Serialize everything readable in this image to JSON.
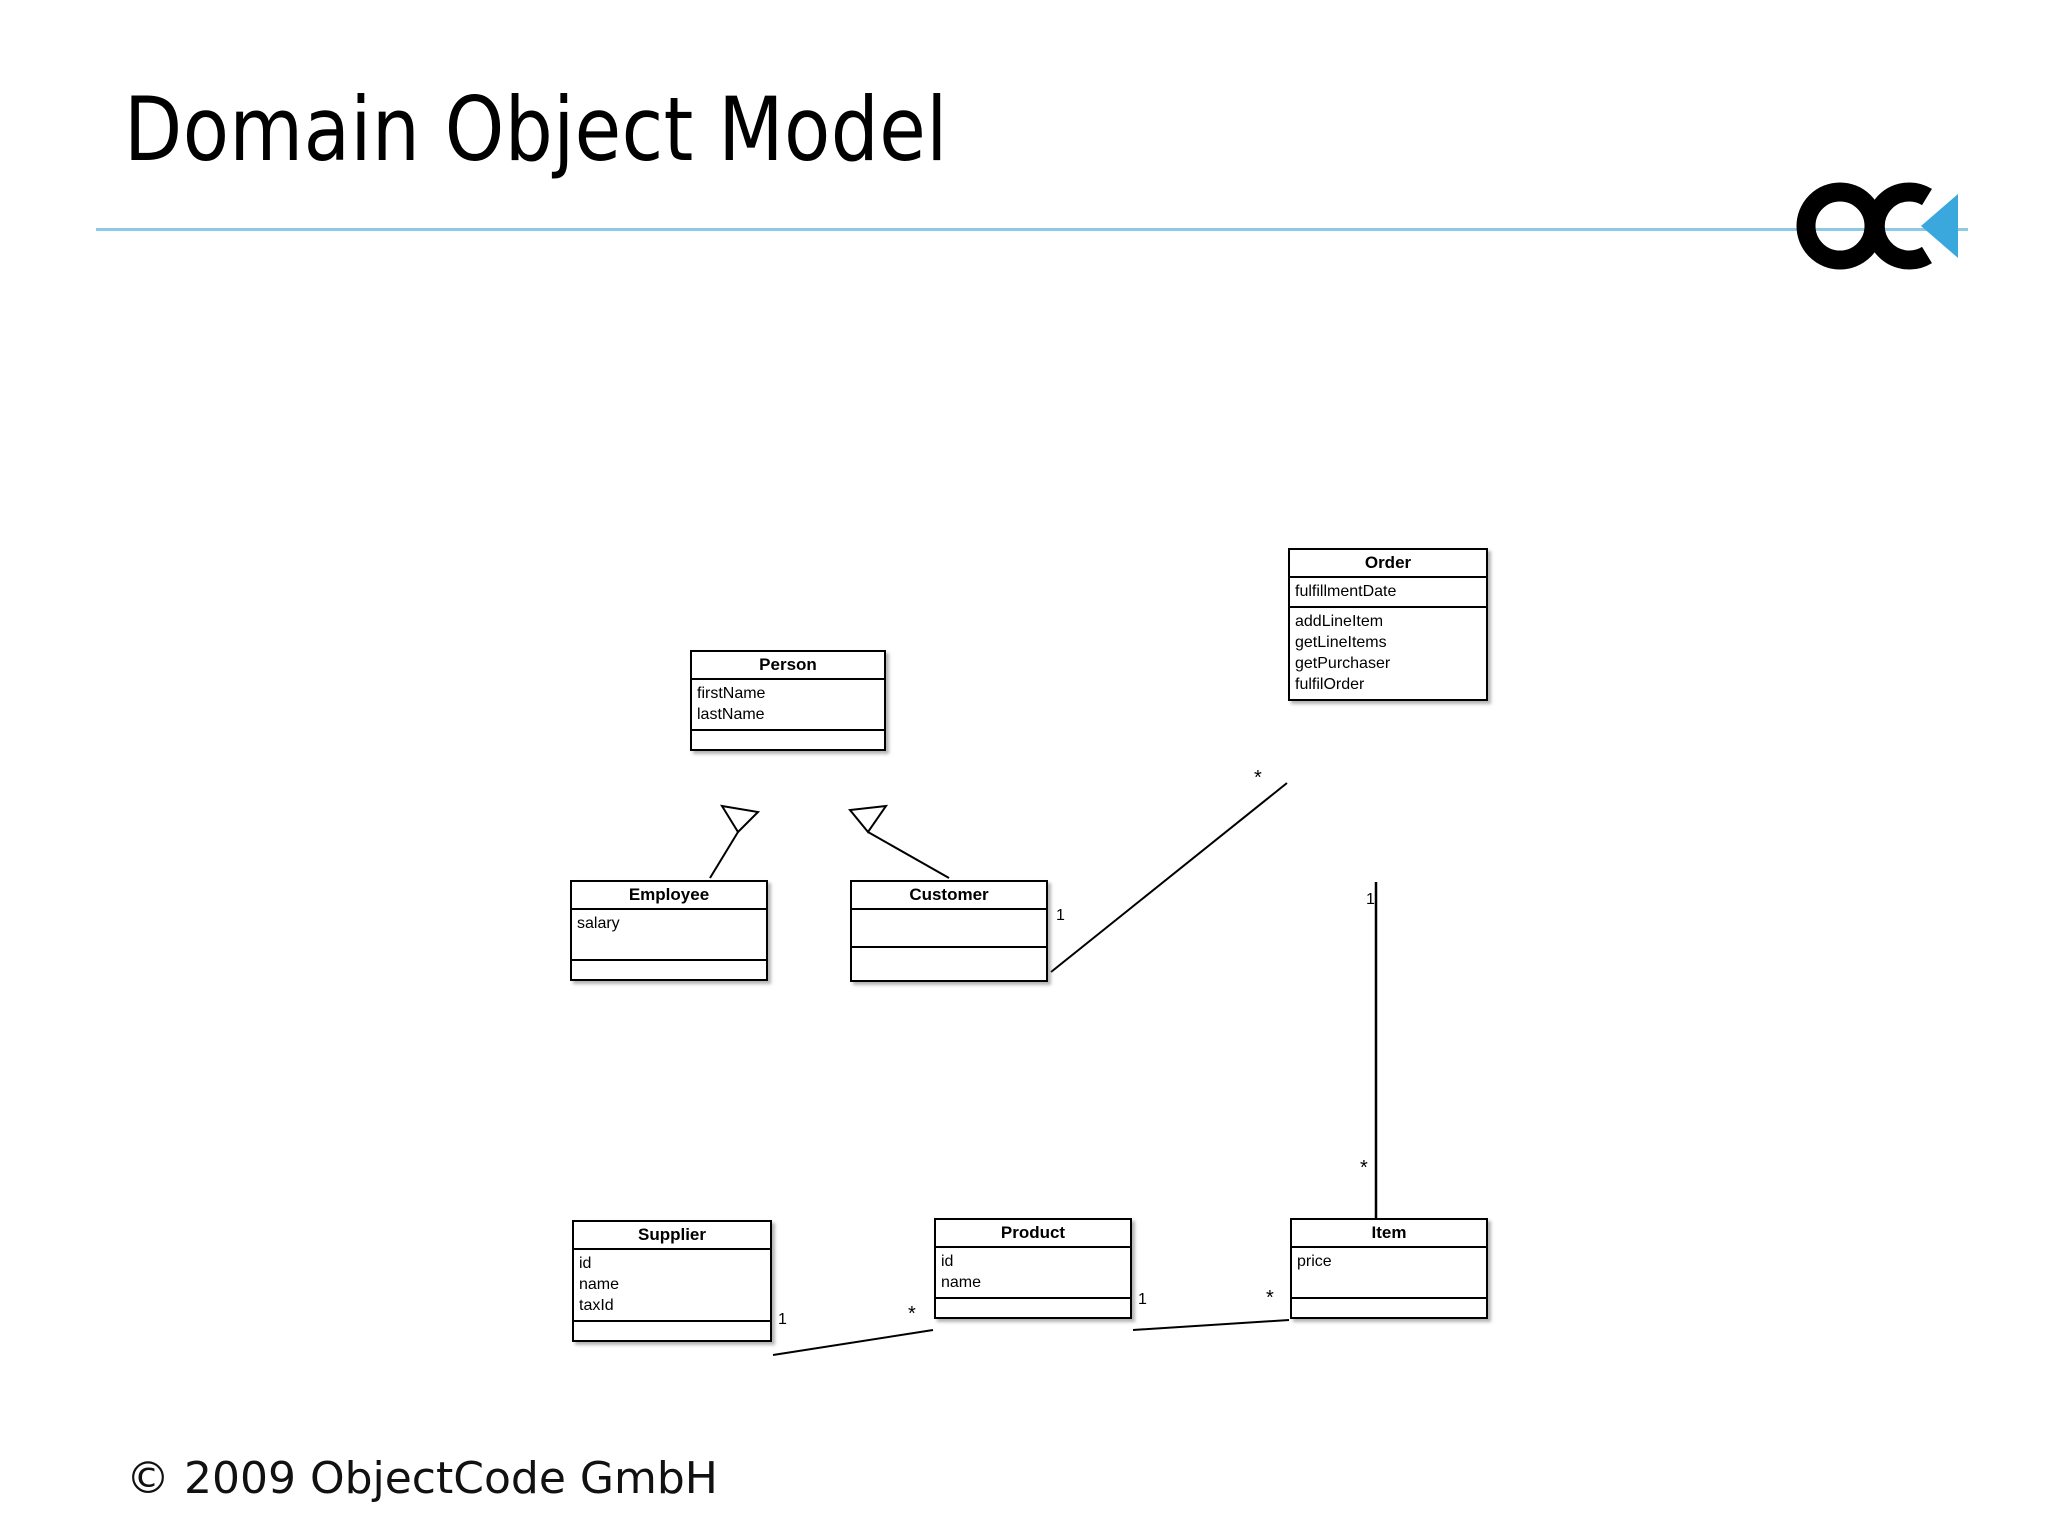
{
  "slide": {
    "title": "Domain Object Model",
    "rule_color": "#8ecae8",
    "footer": "© 2009 ObjectCode GmbH",
    "logo_name": "objectcode-logo",
    "logo_mark_color": "#000000",
    "logo_accent_color": "#3aa7dd"
  },
  "diagram": {
    "type": "uml-class-diagram",
    "classes": [
      {
        "id": "person",
        "name": "Person",
        "attributes": [
          "firstName",
          "lastName"
        ],
        "operations": []
      },
      {
        "id": "employee",
        "name": "Employee",
        "attributes": [
          "salary"
        ],
        "operations": []
      },
      {
        "id": "customer",
        "name": "Customer",
        "attributes": [],
        "operations": []
      },
      {
        "id": "order",
        "name": "Order",
        "attributes": [
          "fulfillmentDate"
        ],
        "operations": [
          "addLineItem",
          "getLineItems",
          "getPurchaser",
          "fulfilOrder"
        ]
      },
      {
        "id": "supplier",
        "name": "Supplier",
        "attributes": [
          "id",
          "name",
          "taxId"
        ],
        "operations": []
      },
      {
        "id": "product",
        "name": "Product",
        "attributes": [
          "id",
          "name"
        ],
        "operations": []
      },
      {
        "id": "item",
        "name": "Item",
        "attributes": [
          "price"
        ],
        "operations": []
      }
    ],
    "generalizations": [
      {
        "id": "employee-person",
        "child": "Employee",
        "parent": "Person"
      },
      {
        "id": "customer-person",
        "child": "Customer",
        "parent": "Person"
      }
    ],
    "associations": [
      {
        "id": "customer-order",
        "from": "Customer",
        "to": "Order",
        "from_multiplicity": "1",
        "to_multiplicity": "*"
      },
      {
        "id": "order-item",
        "from": "Order",
        "to": "Item",
        "from_multiplicity": "1",
        "to_multiplicity": "*"
      },
      {
        "id": "supplier-product",
        "from": "Supplier",
        "to": "Product",
        "from_multiplicity": "1",
        "to_multiplicity": "*"
      },
      {
        "id": "product-item",
        "from": "Product",
        "to": "Item",
        "from_multiplicity": "1",
        "to_multiplicity": "*"
      }
    ]
  }
}
